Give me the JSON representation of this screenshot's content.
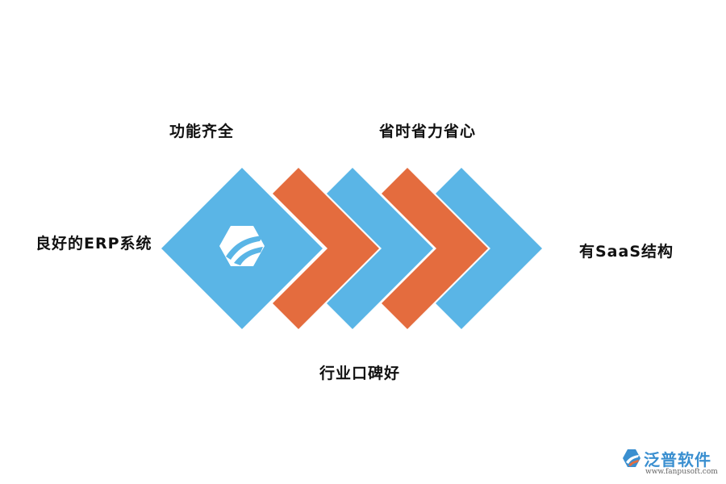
{
  "labels": {
    "top_left": "功能齐全",
    "top_right": "省时省力省心",
    "left": "良好的ERP系统",
    "right": "有SaaS结构",
    "bottom": "行业口碑好"
  },
  "colors": {
    "blue": "#5ab5e6",
    "orange": "#e46c3e",
    "white": "#ffffff"
  },
  "icons": {
    "center_logo": "fanpu-logo-icon",
    "watermark_logo": "fanpu-logo-icon"
  },
  "watermark": {
    "name": "泛普软件",
    "url": "www.fanpusoft.com"
  }
}
